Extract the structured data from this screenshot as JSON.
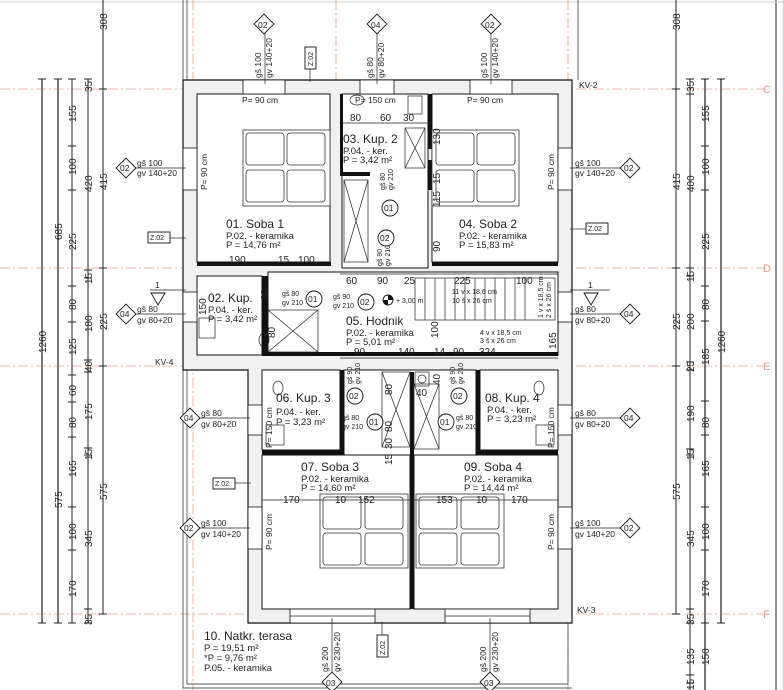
{
  "axes": [
    "C",
    "D",
    "E",
    "F"
  ],
  "rooms": [
    {
      "name": "01. Soba 1",
      "floor": "P.02. - keramika",
      "area": "P = 14,76 m²"
    },
    {
      "name": "02. Kup.",
      "floor": "P.04. - ker.",
      "area": "P = 3,42 m²"
    },
    {
      "name": "03. Kup. 2",
      "floor": "P.04. - ker.",
      "area": "P = 3,42 m²"
    },
    {
      "name": "04. Soba 2",
      "floor": "P.02. - keramika",
      "area": "P = 15,83 m²"
    },
    {
      "name": "05. Hodnik",
      "floor": "P.02. - keramika",
      "area": "P = 5,01 m²"
    },
    {
      "name": "06. Kup. 3",
      "floor": "P.04. - ker.",
      "area": "P = 3,23 m²"
    },
    {
      "name": "07. Soba 3",
      "floor": "P.02. - keramika",
      "area": "P = 14,60 m²"
    },
    {
      "name": "08. Kup. 4",
      "floor": "P.04. - ker.",
      "area": "P = 3,23 m²"
    },
    {
      "name": "09. Soba 4",
      "floor": "P.02. - keramika",
      "area": "P = 14,44 m²"
    },
    {
      "name": "10. Natkr. terasa",
      "area": "P = 19,51 m²",
      "area2": "*P = 9,76 m²",
      "floor": "P.05. - keramika"
    }
  ],
  "window_types": {
    "w02": {
      "code": "02",
      "gs": "gš 100",
      "gv": "gv 140+20"
    },
    "w04": {
      "code": "04",
      "gs": "gš 80",
      "gv": "gv 80+20"
    },
    "w03": {
      "code": "03",
      "gs": "gš 200",
      "gv": "gv 230+20"
    }
  },
  "door_types": {
    "d01": {
      "code": "01",
      "gs": "gš 80",
      "gv": "gv 210"
    },
    "d02": {
      "code": "02",
      "gs": "gš 90",
      "gv": "gv 210"
    }
  },
  "detail_tag": "Z.02",
  "section_mark": "1",
  "kv_labels": [
    "KV-2",
    "KV-4",
    "KV-3"
  ],
  "radiators": {
    "p90": "P= 90 cm",
    "p150": "P= 150 cm"
  },
  "stairs": {
    "level": "+ 3,00 m",
    "run1a": "11 v x 18,6 cm",
    "run1b": "10 š x 26 cm",
    "run2a": "4 v x 18,5 cm",
    "run2b": "3 š x 26 cm",
    "run3a": "1 v x 18,5 cm",
    "run3b": "2 š x 26 cm"
  },
  "dims_left": {
    "outer": "1260",
    "c2": [
      "685",
      "575"
    ],
    "c3": [
      "155",
      "100",
      "225",
      "80",
      "125",
      "60",
      "80",
      "165",
      "100",
      "170"
    ],
    "c4": [
      "35",
      "420",
      "15",
      "180",
      "40",
      "175",
      "15",
      "345",
      "35"
    ],
    "c5": [
      "308",
      "415",
      "225",
      "575"
    ]
  },
  "dims_right": {
    "outer": "1260",
    "c3": [
      "155",
      "100",
      "225",
      "80",
      "185",
      "80",
      "165",
      "100",
      "170",
      "150"
    ],
    "c2": [
      "35",
      "400",
      "15",
      "200",
      "25",
      "190",
      "15",
      "345",
      "35",
      "135",
      "15"
    ],
    "c1": [
      "308",
      "415",
      "225",
      "575"
    ]
  },
  "dims_inner": {
    "soba1": [
      "190",
      "15",
      "100"
    ],
    "kup2": [
      "80",
      "60",
      "30",
      "130",
      "15",
      "115",
      "90"
    ],
    "hall_top": [
      "60",
      "90",
      "25",
      "225",
      "100"
    ],
    "hall_bottom": [
      "90",
      "140",
      "14",
      "90",
      "324",
      "100",
      "165"
    ],
    "kup1": [
      "150",
      "80",
      "80"
    ],
    "lower": [
      "80",
      "80",
      "30",
      "15",
      "40",
      "40",
      "150",
      "150"
    ],
    "soba34": [
      "170",
      "10",
      "152",
      "153",
      "10",
      "170"
    ]
  }
}
